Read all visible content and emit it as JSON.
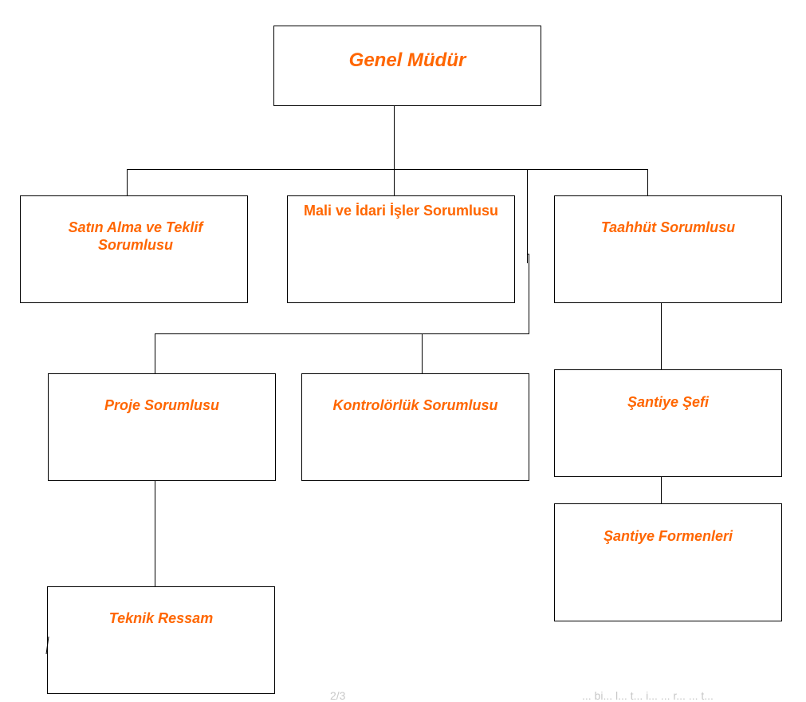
{
  "colors": {
    "text": "#ff6600",
    "border": "#000000",
    "line": "#000000",
    "footer": "#c8c8c8"
  },
  "nodes": {
    "genel_mudur": "Genel Müdür",
    "satin_alma": "Satın Alma ve Teklif Sorumlusu",
    "mali_idari": "Mali ve İdari İşler Sorumlusu",
    "taahhut": "Taahhüt Sorumlusu",
    "proje": "Proje Sorumlusu",
    "kontrolorluk": "Kontrolörlük Sorumlusu",
    "santiye_sefi": "Şantiye Şefi",
    "teknik_ressam": "Teknik Ressam",
    "santiye_formenleri": "Şantiye Formenleri"
  },
  "footer": {
    "page_number": "2/3",
    "right_fragment": "... bi... l... t... i... ... r... ... t..."
  }
}
